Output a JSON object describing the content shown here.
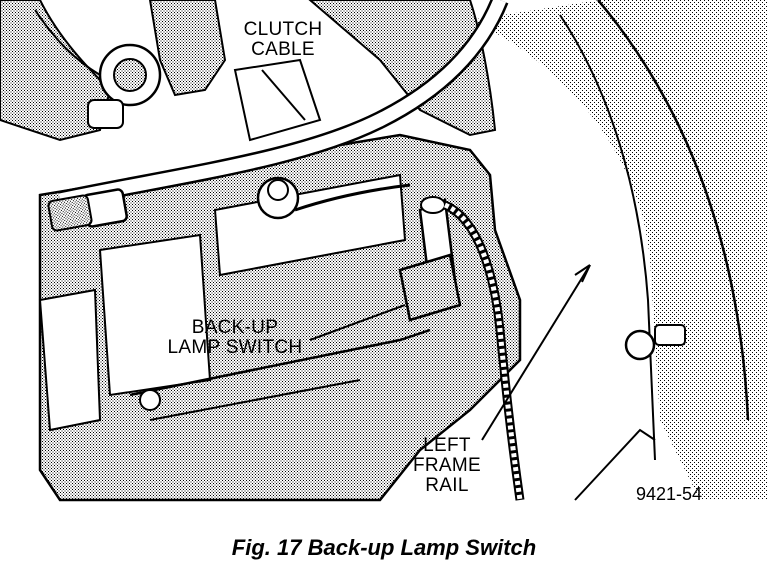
{
  "labels": {
    "clutch_cable_line1": "CLUTCH",
    "clutch_cable_line2": "CABLE",
    "backup_switch_line1": "BACK-UP",
    "backup_switch_line2": "LAMP SWITCH",
    "frame_rail_line1": "LEFT",
    "frame_rail_line2": "FRAME",
    "frame_rail_line3": "RAIL"
  },
  "figure_code": "9421-54",
  "caption": "Fig. 17 Back-up Lamp Switch"
}
